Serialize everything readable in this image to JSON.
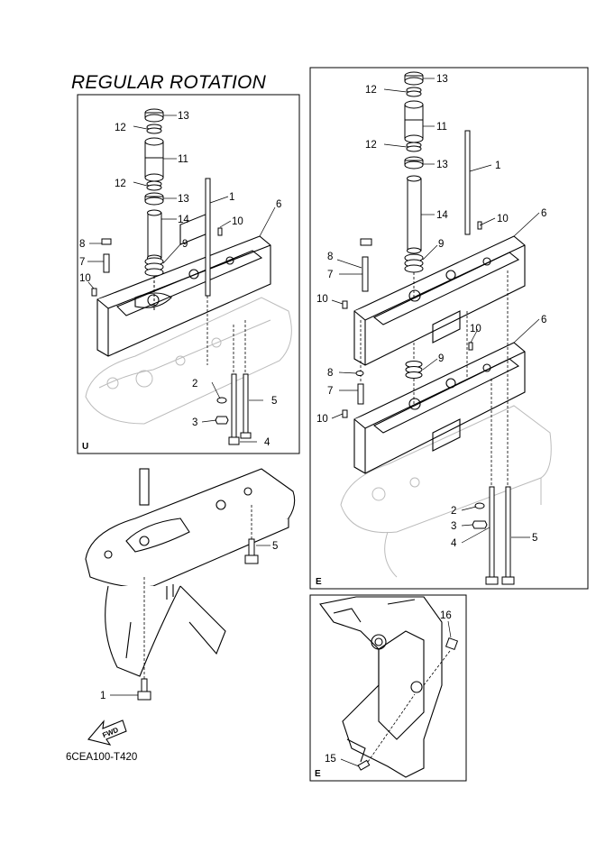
{
  "title": "REGULAR ROTATION",
  "diagram_code": "6CEA100-T420",
  "fwd_label": "FWD",
  "panels": {
    "u": {
      "tag": "U"
    },
    "e_right": {
      "tag": "E"
    },
    "e_bottom": {
      "tag": "E"
    }
  },
  "callouts": {
    "u": [
      "13",
      "12",
      "11",
      "12",
      "13",
      "14",
      "9",
      "1",
      "10",
      "6",
      "8",
      "7",
      "10",
      "2",
      "3",
      "5",
      "4"
    ],
    "lower": [
      "5",
      "1"
    ],
    "e": [
      "13",
      "12",
      "11",
      "12",
      "13",
      "1",
      "14",
      "10",
      "6",
      "9",
      "8",
      "7",
      "10",
      "10",
      "6",
      "9",
      "8",
      "7",
      "10",
      "2",
      "3",
      "4",
      "5"
    ],
    "bracket": [
      "16",
      "15"
    ]
  }
}
